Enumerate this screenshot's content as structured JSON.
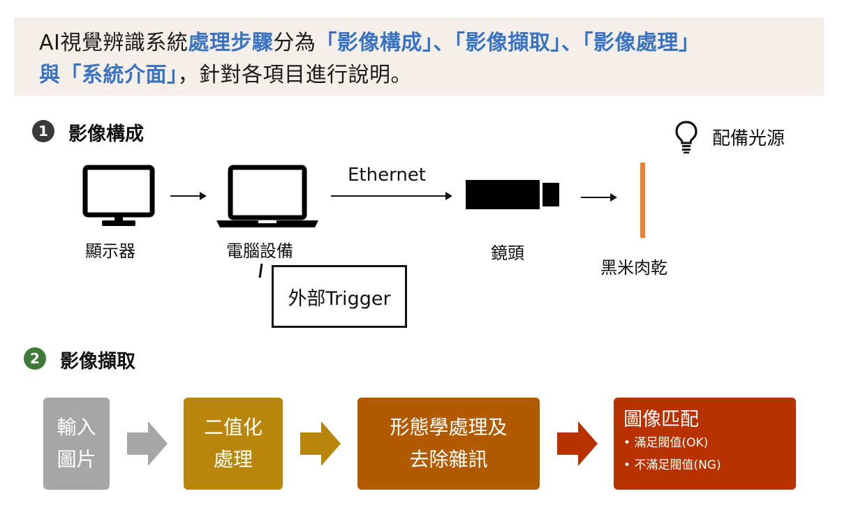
{
  "banner": {
    "t1": "AI視覺辨識系統",
    "t2": "處理步驟",
    "t3": "分為",
    "t4": "「影像構成」",
    "t5": "、",
    "t6": "「影像擷取」",
    "t7": "、",
    "t8": "「影像處理」",
    "t9": "與「系統介面」",
    "t10": "，針對各項目進行說明。"
  },
  "section1": {
    "number": "1",
    "title": "影像構成",
    "light_label": "配備光源",
    "ethernet_label": "Ethernet",
    "monitor_label": "顯示器",
    "computer_label": "電腦設備",
    "lens_label": "鏡頭",
    "target_label": "黑米肉乾",
    "trigger_label": "外部Trigger"
  },
  "section2": {
    "number": "2",
    "title": "影像擷取",
    "steps": [
      {
        "line1": "輸入",
        "line2": "圖片",
        "color": "#a6a6a6"
      },
      {
        "line1": "二值化",
        "line2": "處理",
        "color": "#b8860b"
      },
      {
        "line1": "形態學處理及",
        "line2": "去除雜訊",
        "color": "#b25a00"
      },
      {
        "title": "圖像匹配",
        "bullets": [
          "滿足閥值(OK)",
          "不滿足閥值(NG)"
        ],
        "color": "#b83200"
      }
    ],
    "arrow_colors": [
      "#a6a6a6",
      "#b8860b",
      "#b83200"
    ]
  },
  "colors": {
    "highlight": "#3a73c2",
    "banner_bg": "#f4efe8",
    "section1_badge": "#3a3a3a",
    "section2_badge": "#3f7a3a",
    "target_bar": "#ed7d31"
  }
}
